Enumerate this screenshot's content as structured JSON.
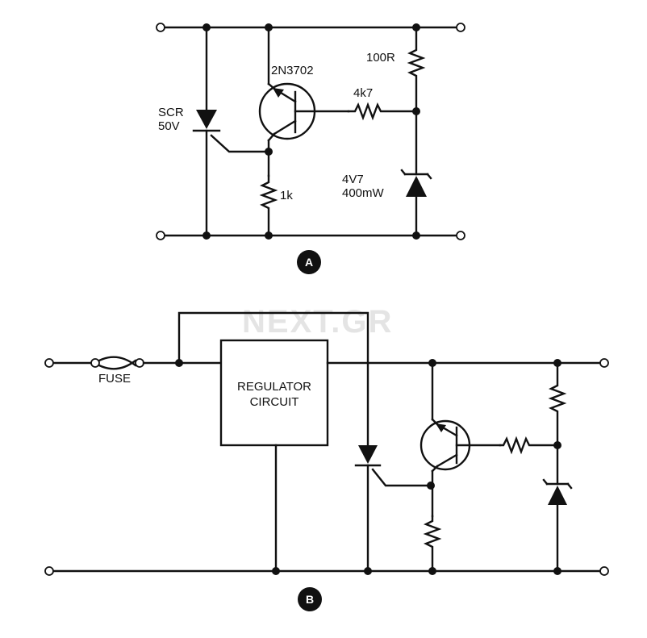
{
  "watermark": "NEXT.GR",
  "circuit_a": {
    "badge": "A",
    "scr_label_line1": "SCR",
    "scr_label_line2": "50V",
    "transistor_label": "2N3702",
    "r_base_label": "4k7",
    "r_top_label": "100R",
    "r_bottom_label": "1k",
    "zener_label_line1": "4V7",
    "zener_label_line2": "400mW"
  },
  "circuit_b": {
    "badge": "B",
    "fuse_label": "FUSE",
    "regulator_line1": "REGULATOR",
    "regulator_line2": "CIRCUIT"
  },
  "colors": {
    "ink": "#111111",
    "background": "#ffffff"
  }
}
